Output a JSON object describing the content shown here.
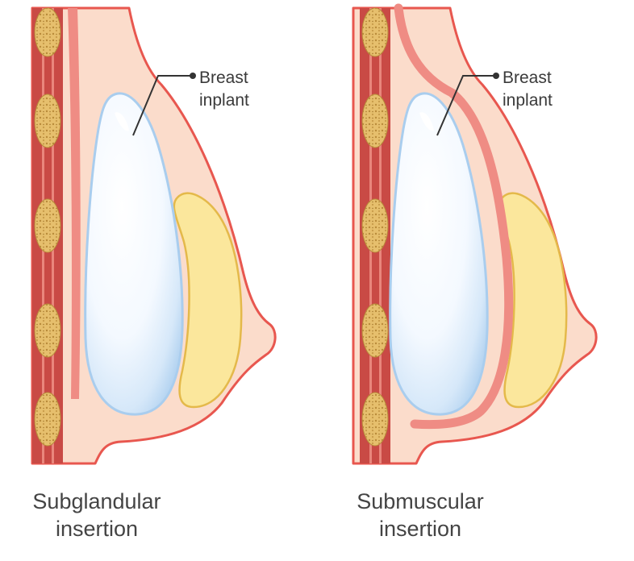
{
  "panels": [
    {
      "caption_line1": "Subglandular",
      "caption_line2": "insertion",
      "callout_line1": "Breast",
      "callout_line2": "inplant"
    },
    {
      "caption_line1": "Submuscular",
      "caption_line2": "insertion",
      "callout_line1": "Breast",
      "callout_line2": "inplant"
    }
  ],
  "colors": {
    "skin_fill": "#fbdccb",
    "skin_outline": "#e8574f",
    "rib_muscle": "#c94a45",
    "rib_stripe": "#e9867c",
    "rib_bone": "#e2b866",
    "pectoral_muscle": "#ef8c84",
    "implant_edge": "#a9cdee",
    "gland_fill": "#fbe79c",
    "gland_outline": "#e4b94a",
    "leader_line": "#333333"
  }
}
